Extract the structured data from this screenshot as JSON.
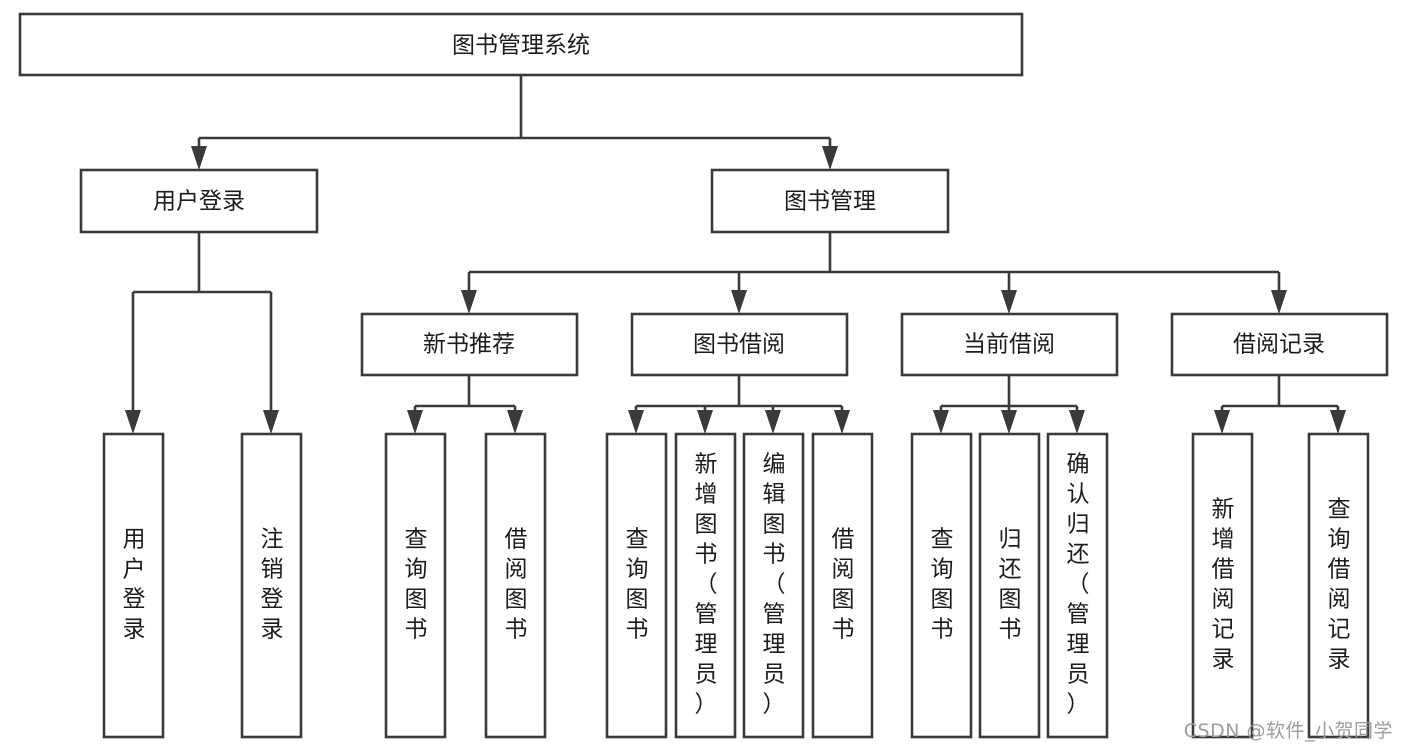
{
  "diagram": {
    "title": "图书管理系统",
    "type": "tree-hierarchy-chart",
    "watermark": "CSDN @软件_小贺同学",
    "colors": {
      "stroke": "#3a3a3a",
      "fill": "#ffffff",
      "text": "#1c1c1c",
      "watermark": "#9d9d9d",
      "background": "#ffffff"
    },
    "levels": [
      {
        "level": 1,
        "nodes": [
          {
            "id": "root",
            "label": "图书管理系统",
            "orientation": "horizontal"
          }
        ]
      },
      {
        "level": 2,
        "nodes": [
          {
            "id": "user-login",
            "label": "用户登录",
            "orientation": "horizontal",
            "parent": "root"
          },
          {
            "id": "book-manage",
            "label": "图书管理",
            "orientation": "horizontal",
            "parent": "root"
          }
        ]
      },
      {
        "level": 3,
        "nodes": [
          {
            "id": "new-book-rec",
            "label": "新书推荐",
            "orientation": "horizontal",
            "parent": "book-manage"
          },
          {
            "id": "book-borrow",
            "label": "图书借阅",
            "orientation": "horizontal",
            "parent": "book-manage"
          },
          {
            "id": "current-borrow",
            "label": "当前借阅",
            "orientation": "horizontal",
            "parent": "book-manage"
          },
          {
            "id": "borrow-record",
            "label": "借阅记录",
            "orientation": "horizontal",
            "parent": "book-manage"
          }
        ]
      },
      {
        "level": 4,
        "nodes": [
          {
            "id": "leaf-1",
            "label": "用户登录",
            "orientation": "vertical",
            "parent": "user-login"
          },
          {
            "id": "leaf-2",
            "label": "注销登录",
            "orientation": "vertical",
            "parent": "user-login"
          },
          {
            "id": "leaf-3",
            "label": "查询图书",
            "orientation": "vertical",
            "parent": "new-book-rec"
          },
          {
            "id": "leaf-4",
            "label": "借阅图书",
            "orientation": "vertical",
            "parent": "new-book-rec"
          },
          {
            "id": "leaf-5",
            "label": "查询图书",
            "orientation": "vertical",
            "parent": "book-borrow"
          },
          {
            "id": "leaf-6",
            "label": "新增图书（管理员）",
            "orientation": "vertical",
            "parent": "book-borrow"
          },
          {
            "id": "leaf-7",
            "label": "编辑图书（管理员）",
            "orientation": "vertical",
            "parent": "book-borrow"
          },
          {
            "id": "leaf-8",
            "label": "借阅图书",
            "orientation": "vertical",
            "parent": "book-borrow"
          },
          {
            "id": "leaf-9",
            "label": "查询图书",
            "orientation": "vertical",
            "parent": "current-borrow"
          },
          {
            "id": "leaf-10",
            "label": "归还图书",
            "orientation": "vertical",
            "parent": "current-borrow"
          },
          {
            "id": "leaf-11",
            "label": "确认归还（管理员）",
            "orientation": "vertical",
            "parent": "current-borrow"
          },
          {
            "id": "leaf-12",
            "label": "新增借阅记录",
            "orientation": "vertical",
            "parent": "borrow-record"
          },
          {
            "id": "leaf-13",
            "label": "查询借阅记录",
            "orientation": "vertical",
            "parent": "borrow-record"
          }
        ]
      }
    ]
  }
}
